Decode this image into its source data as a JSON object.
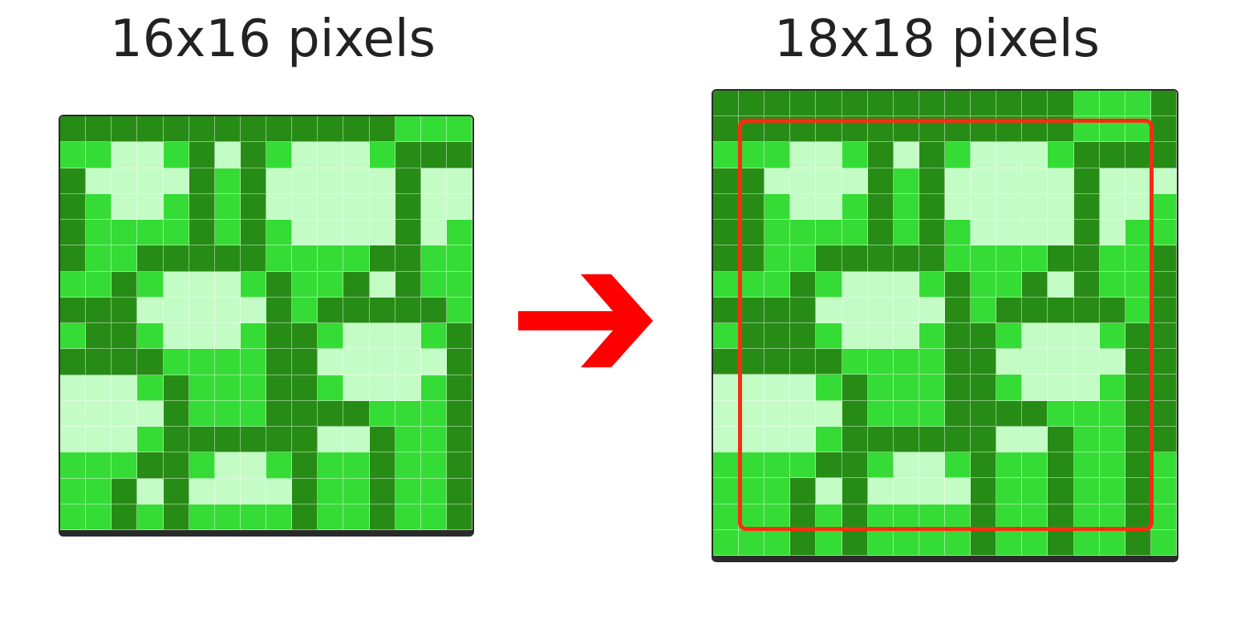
{
  "titles": {
    "left": "16x16 pixels",
    "right": "18x18 pixels"
  },
  "colors": {
    "dark": "#278c15",
    "mid": "#35dc35",
    "light": "#c3fdc5",
    "highlight": "#ff2a12",
    "arrow": "#ff0000"
  },
  "pattern16": [
    "DDDDDDDDDDDDDMMM",
    "MMLLMDLDMLLLMDDD",
    "DLLLLDMDLLLLLDLL",
    "DMLLMDMDLLLLLDLL",
    "DMMMMDMDMLLLLDLM",
    "DMMDDDDDMMMMDDMM",
    "MMDMLLLMDMMDLDMM",
    "DDDLLLLLDMDDDDDM",
    "MDDMLLLMDDMLLLMD",
    "DDDDMMMMDDLLLLLD",
    "LLLMDMMMDDMLLLMD",
    "LLLLDMMMDDDDMMMD",
    "LLLMDDDDDDLLDMMD",
    "MMMDDMLLMDMMDMMD",
    "MMDLDLLLLDMMDMMD",
    "MMDMDMMMMDMMDMMD"
  ],
  "pattern18": [
    "DDDDDDDDDDDDDDMMMD",
    "DDDDDDDDDDDDDDMMMD",
    "MMMLLMDLDMLLLMDDDD",
    "DDLLLLDMDLLLLLDLLL",
    "DDMLLMDMDLLLLLDLLM",
    "DDMMMMDMDMLLLLDLMM",
    "DDMMDDDDDMMMMDDMMD",
    "MMMDMLLLMDMMDLDMMD",
    "DDDDLLLLLDMDDDDDMD",
    "MDDDMLLLMDDMLLLMDD",
    "DDDDDMMMMDDLLLLLDD",
    "LLLLMDMMMDDMLLLMDD",
    "LLLLLDMMMDDDDMMMDD",
    "LLLLMDDDDDDLLDMMDD",
    "MMMMDDMLLMDMMDMMDM",
    "MMMDLDLLLLDMMDMMDM",
    "MMMDMDMMMMDMMDMMDM",
    "MMMDMDMMMMDMMDMMDM"
  ]
}
